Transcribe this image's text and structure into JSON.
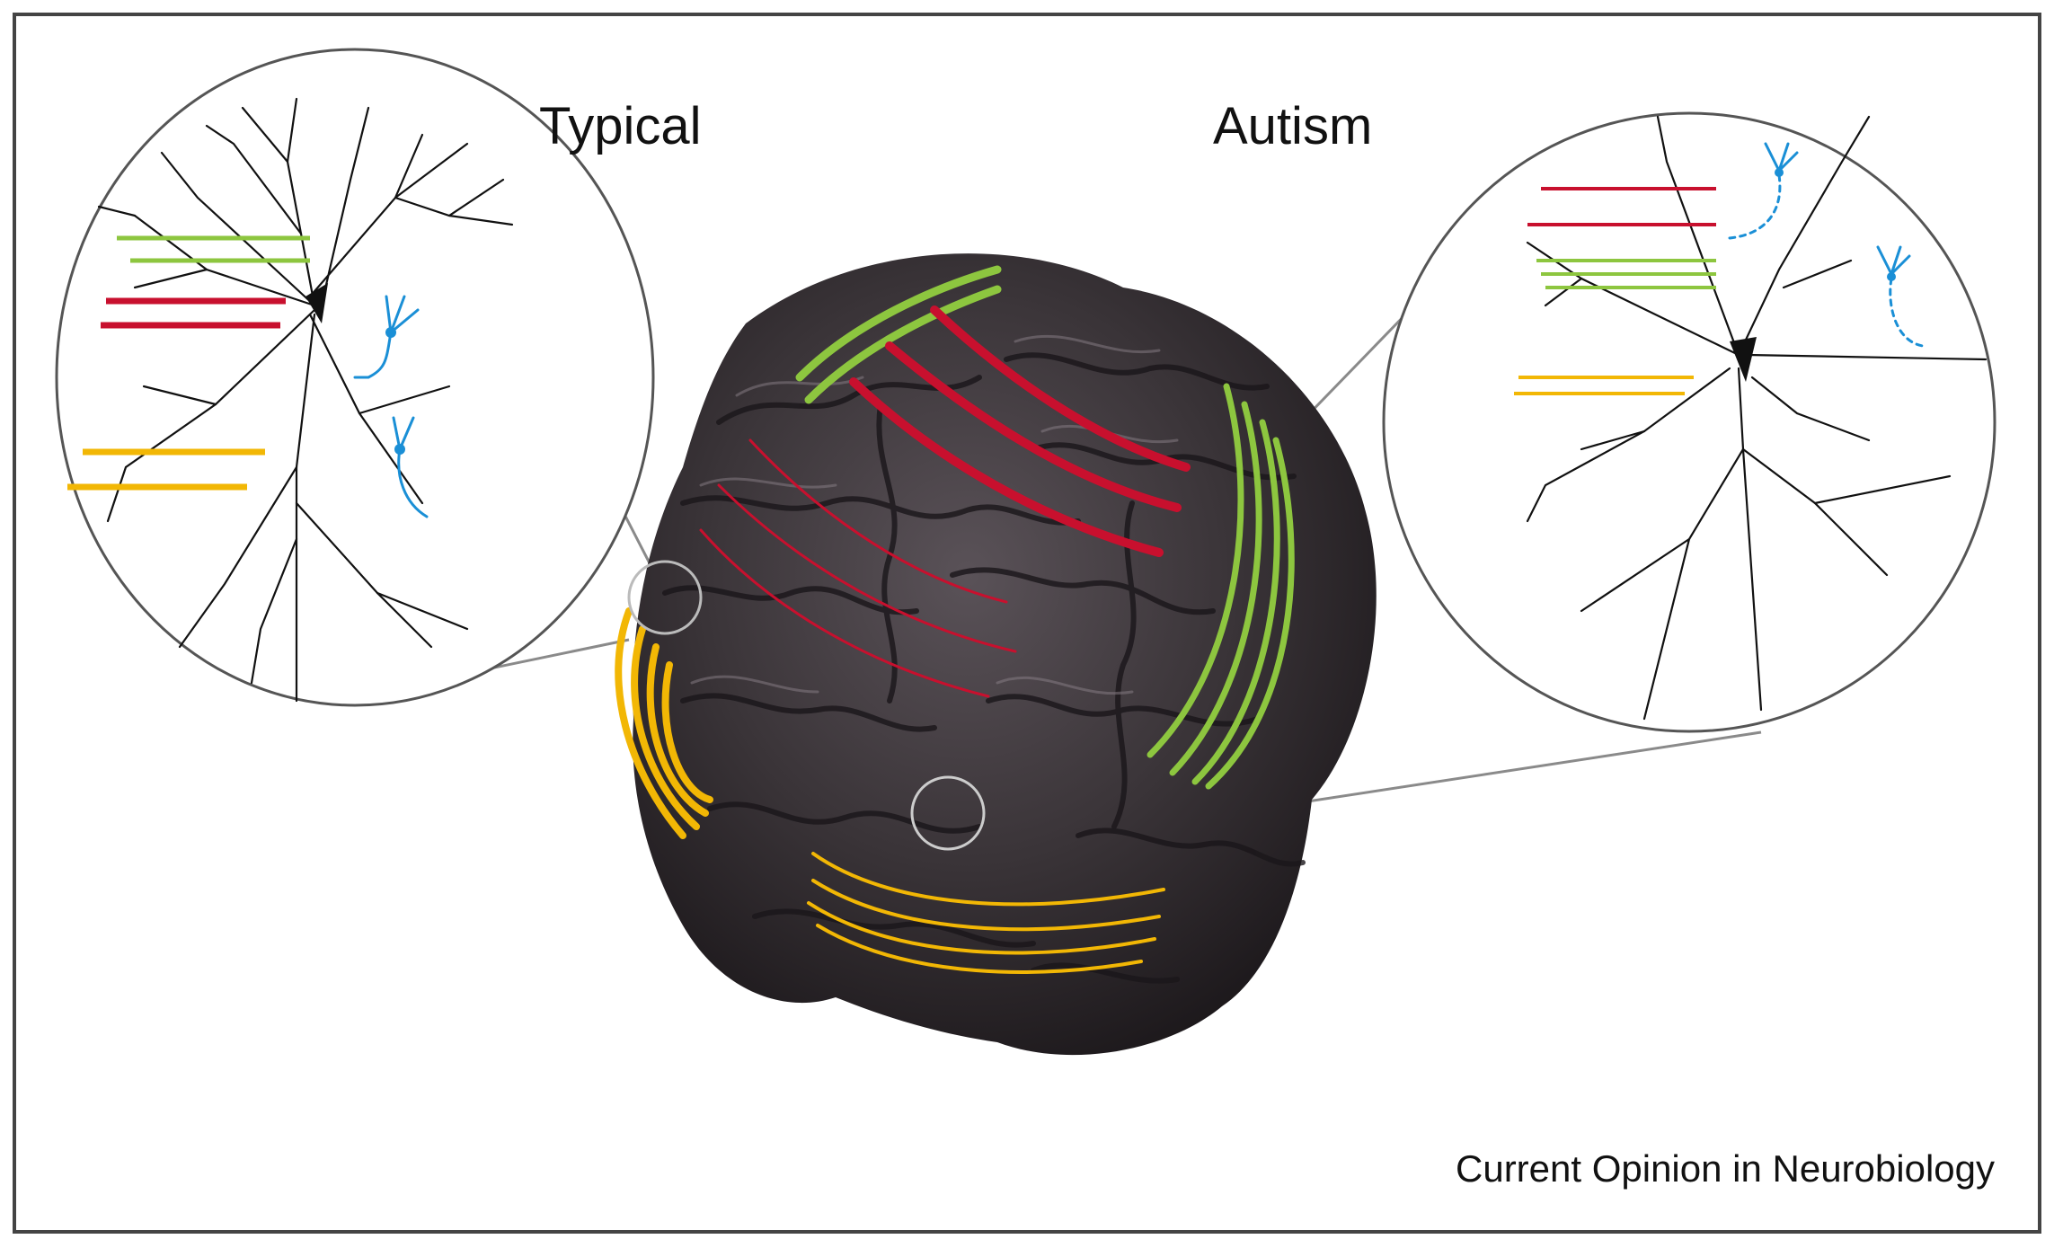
{
  "labels": {
    "typical": "Typical",
    "autism": "Autism",
    "source": "Current Opinion in Neurobiology"
  },
  "colors": {
    "frame": "#444444",
    "brain": "#3a3438",
    "red": "#c8102e",
    "green": "#8dc63f",
    "yellow": "#f2b705",
    "blue": "#1a8fd6",
    "dendrite": "#111111",
    "circle": "#555555"
  }
}
